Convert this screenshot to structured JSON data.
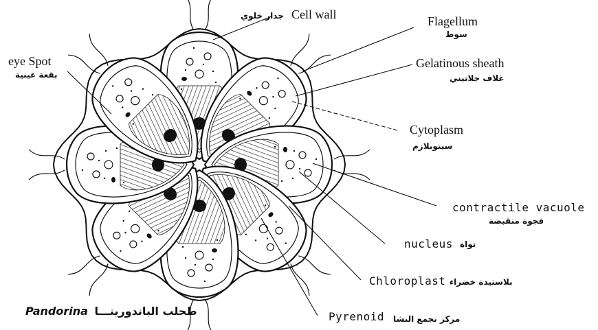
{
  "labels": {
    "cell_wall_en": "Cell wall",
    "cell_wall_ar": "جدار خلوي",
    "flagellum_en": "Flagellum",
    "flagellum_ar": "سوط",
    "eye_spot_en": "eye Spot",
    "eye_spot_ar": "بقعة عينية",
    "gelatinous_sheath_en": "Gelatinous sheath",
    "gelatinous_sheath_ar": "غلاف جلاتيني",
    "cytoplasm_en": "Cytoplasm",
    "cytoplasm_ar": "سيتوبلازم",
    "contractile_vacuole_en": "contractile vacuole",
    "contractile_vacuole_ar": "فجوة منقبضة",
    "nucleus_en": "nucleus",
    "nucleus_ar": "نواة",
    "chloroplast_en": "Chloroplast",
    "chloroplast_ar": "بلاستيدة خضراء",
    "pyrenoid_en": "Pyrenoid",
    "pyrenoid_ar": "مركز تجمع النشا"
  },
  "title": {
    "latin": "Pandorina",
    "arabic": "طحلب الباندورينـــا"
  },
  "colors": {
    "ink": "#111111",
    "background": "#ffffff"
  }
}
